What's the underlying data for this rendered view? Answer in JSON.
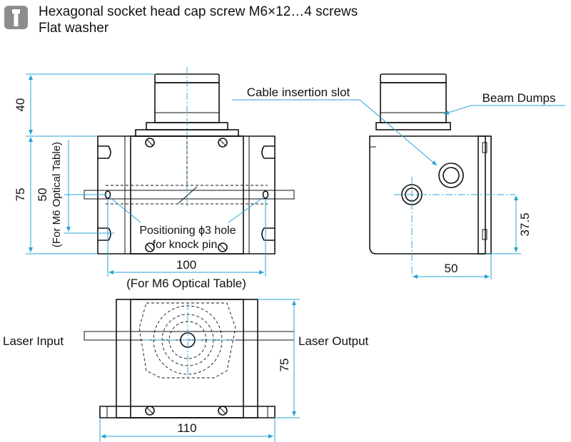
{
  "header": {
    "icon": "fastener-icon",
    "line1": "Hexagonal socket head cap screw M6×12…4 screws",
    "line2": "Flat washer"
  },
  "callouts": {
    "cable_slot": "Cable insertion slot",
    "beam_dumps": "Beam Dumps",
    "positioning_line1": "Positioning ϕ3 hole",
    "positioning_line2": "for knock pin",
    "laser_input": "Laser Input",
    "laser_output": "Laser Output"
  },
  "dimensions": {
    "height_top": "40",
    "height_body": "75",
    "pin_spacing": "50",
    "pin_spacing_note": "(For M6 Optical Table)",
    "width_front": "100",
    "width_front_note": "(For M6 Optical Table)",
    "side_beam_height": "37.5",
    "side_beam_offset": "50",
    "bottom_height": "75",
    "bottom_width": "110"
  },
  "colors": {
    "outline": "#111111",
    "dimension": "#29a3d6",
    "icon_bg": "#8c8c8c"
  }
}
